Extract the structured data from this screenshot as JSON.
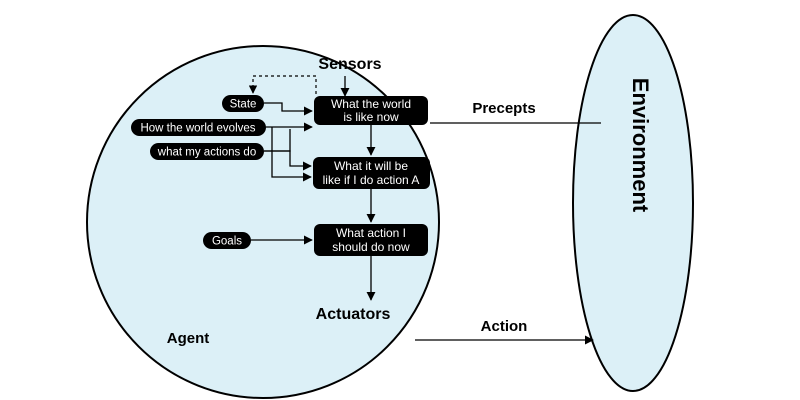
{
  "colors": {
    "agent_fill": "#dcf0f7",
    "environment_fill": "#dcf0f7",
    "box_fill": "#000000",
    "text_on_box": "#ffffff"
  },
  "labels": {
    "sensors": "Sensors",
    "precepts": "Precepts",
    "environment": "Environment",
    "actuators": "Actuators",
    "action": "Action",
    "agent": "Agent"
  },
  "pills": {
    "state": "State",
    "how_world_evolves": "How the world evolves",
    "what_my_actions_do": "what my actions do",
    "goals": "Goals"
  },
  "boxes": {
    "world_now": [
      "What the world",
      "is like now"
    ],
    "will_be": [
      "What it will be",
      "like if I do action A"
    ],
    "action_now": [
      "What action I",
      "should do now"
    ]
  }
}
